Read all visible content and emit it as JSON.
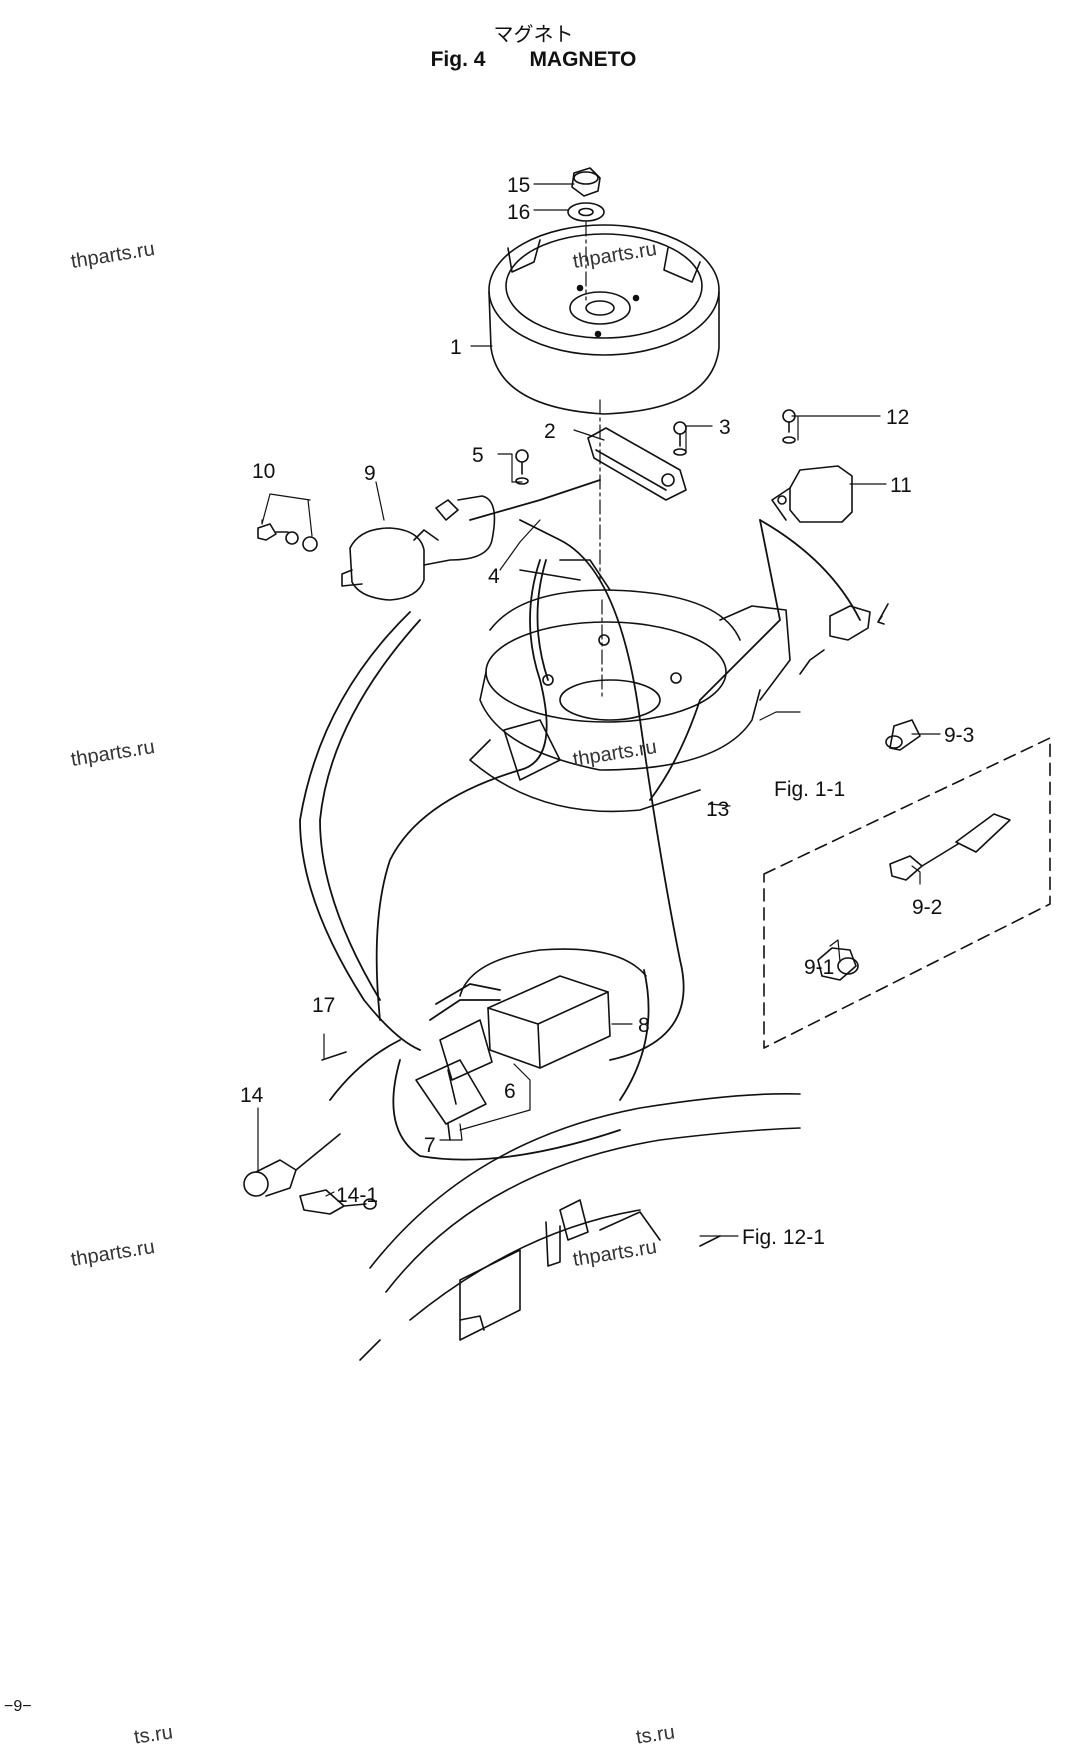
{
  "header": {
    "title_jp": "マグネト",
    "fig_label": "Fig. 4",
    "title_en": "MAGNETO"
  },
  "watermark": "thparts.ru",
  "watermark_partial": "ts.ru",
  "page_number": "−9−",
  "callouts": {
    "c1": "1",
    "c2": "2",
    "c3": "3",
    "c4": "4",
    "c5": "5",
    "c6": "6",
    "c7": "7",
    "c8": "8",
    "c9": "9",
    "c9_1": "9-1",
    "c9_2": "9-2",
    "c9_3": "9-3",
    "c10": "10",
    "c11": "11",
    "c12": "12",
    "c13": "13",
    "c14": "14",
    "c14_1": "14-1",
    "c15": "15",
    "c16": "16",
    "c17": "17"
  },
  "references": {
    "fig_1_1": "Fig. 1-1",
    "fig_12_1": "Fig. 12-1"
  }
}
